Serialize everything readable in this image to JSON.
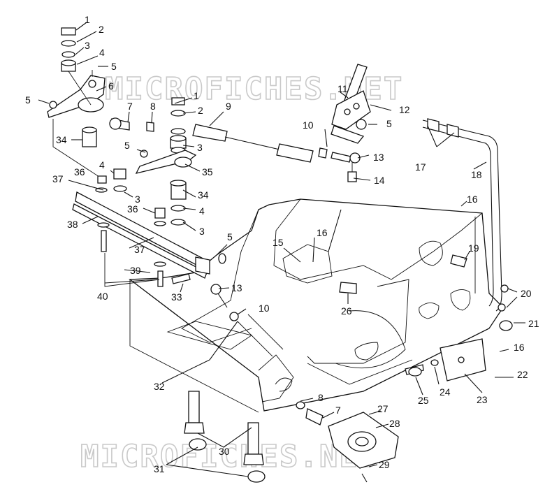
{
  "watermark": {
    "text": "MICROFICHES.NET"
  },
  "callouts": [
    {
      "id": "c1a",
      "text": "1"
    },
    {
      "id": "c2a",
      "text": "2"
    },
    {
      "id": "c3a",
      "text": "3"
    },
    {
      "id": "c4a",
      "text": "4"
    },
    {
      "id": "c5a",
      "text": "5"
    },
    {
      "id": "c5b",
      "text": "5"
    },
    {
      "id": "c6",
      "text": "6"
    },
    {
      "id": "c1b",
      "text": "1"
    },
    {
      "id": "c7a",
      "text": "7"
    },
    {
      "id": "c8a",
      "text": "8"
    },
    {
      "id": "c2b",
      "text": "2"
    },
    {
      "id": "c9",
      "text": "9"
    },
    {
      "id": "c34a",
      "text": "34"
    },
    {
      "id": "c5c",
      "text": "5"
    },
    {
      "id": "c3b",
      "text": "3"
    },
    {
      "id": "c4b",
      "text": "4"
    },
    {
      "id": "c35",
      "text": "35"
    },
    {
      "id": "c36a",
      "text": "36"
    },
    {
      "id": "c37a",
      "text": "37"
    },
    {
      "id": "c3c",
      "text": "3"
    },
    {
      "id": "c34b",
      "text": "34"
    },
    {
      "id": "c36b",
      "text": "36"
    },
    {
      "id": "c4c",
      "text": "4"
    },
    {
      "id": "c38",
      "text": "38"
    },
    {
      "id": "c3d",
      "text": "3"
    },
    {
      "id": "c37b",
      "text": "37"
    },
    {
      "id": "c5d",
      "text": "5"
    },
    {
      "id": "c39",
      "text": "39"
    },
    {
      "id": "c40",
      "text": "40"
    },
    {
      "id": "c33",
      "text": "33"
    },
    {
      "id": "c13a",
      "text": "13"
    },
    {
      "id": "c10a",
      "text": "10"
    },
    {
      "id": "c11",
      "text": "11"
    },
    {
      "id": "c12",
      "text": "12"
    },
    {
      "id": "c5e",
      "text": "5"
    },
    {
      "id": "c10b",
      "text": "10"
    },
    {
      "id": "c13b",
      "text": "13"
    },
    {
      "id": "c14",
      "text": "14"
    },
    {
      "id": "c17",
      "text": "17"
    },
    {
      "id": "c18",
      "text": "18"
    },
    {
      "id": "c16a",
      "text": "16"
    },
    {
      "id": "c16b",
      "text": "16"
    },
    {
      "id": "c15",
      "text": "15"
    },
    {
      "id": "c19",
      "text": "19"
    },
    {
      "id": "c26",
      "text": "26"
    },
    {
      "id": "c20",
      "text": "20"
    },
    {
      "id": "c21",
      "text": "21"
    },
    {
      "id": "c16c",
      "text": "16"
    },
    {
      "id": "c22",
      "text": "22"
    },
    {
      "id": "c23",
      "text": "23"
    },
    {
      "id": "c24",
      "text": "24"
    },
    {
      "id": "c25",
      "text": "25"
    },
    {
      "id": "c32",
      "text": "32"
    },
    {
      "id": "c8b",
      "text": "8"
    },
    {
      "id": "c7b",
      "text": "7"
    },
    {
      "id": "c27",
      "text": "27"
    },
    {
      "id": "c28",
      "text": "28"
    },
    {
      "id": "c30",
      "text": "30"
    },
    {
      "id": "c29",
      "text": "29"
    },
    {
      "id": "c31",
      "text": "31"
    }
  ]
}
